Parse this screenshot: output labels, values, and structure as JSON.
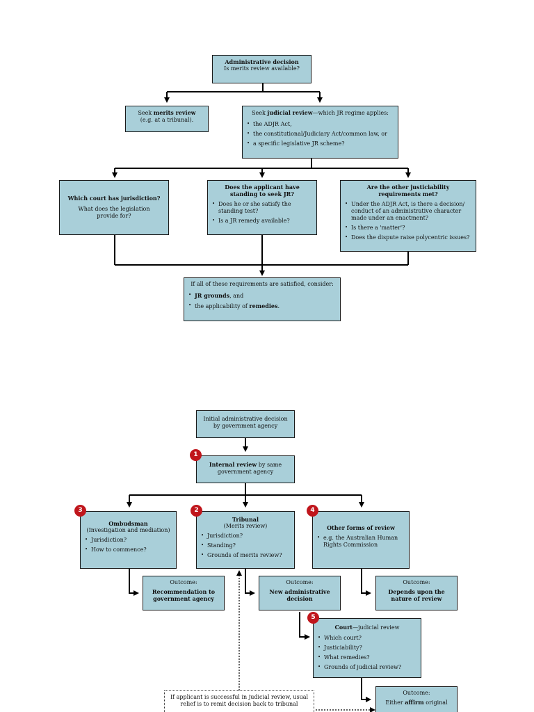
{
  "diagram1": {
    "top": {
      "title": "Administrative decision",
      "sub": "Is merits review available?"
    },
    "merits": {
      "prefix": "Seek ",
      "bold": "merits review",
      "sub": "(e.g. at a tribunal)."
    },
    "judicial": {
      "prefix": "Seek ",
      "bold": "judicial review",
      "suffix": "—which JR regime applies:",
      "items": [
        "the ADJR Act,",
        "the constitutional/Judiciary Act/common law, or",
        "a specific legislative JR scheme?"
      ]
    },
    "court": {
      "title": "Which court has jurisdiction?",
      "sub": "What does the legislation provide for?"
    },
    "standing": {
      "title": "Does the applicant have standing to seek JR?",
      "items": [
        "Does he or she satisfy the standing test?",
        "Is a JR remedy available?"
      ]
    },
    "justiciability": {
      "title": "Are the other justiciability requirements met?",
      "items": [
        "Under the ADJR Act, is there a decision/ conduct of an administrative character made under an enactment?",
        "Is there a 'matter'?",
        "Does the dispute raise polycentric issues?"
      ]
    },
    "bottom": {
      "intro": "If all of these requirements are satisfied, consider:",
      "item1_bold": "JR grounds",
      "item1_rest": ", and",
      "item2_prefix": "the applicability of ",
      "item2_bold": "remedies",
      "item2_suffix": "."
    }
  },
  "diagram2": {
    "initial": {
      "text": "Initial administrative decision by government agency"
    },
    "internal": {
      "bold": "Internal review",
      "rest": " by same government agency",
      "badge": "1"
    },
    "ombudsman": {
      "title": "Ombudsman",
      "sub": "(Investigation and mediation)",
      "badge": "3",
      "items": [
        "Jurisdiction?",
        "How to commence?"
      ]
    },
    "tribunal": {
      "title": "Tribunal",
      "sub": "(Merits review)",
      "badge": "2",
      "items": [
        "Jurisdiction?",
        "Standing?",
        "Grounds of merits review?"
      ]
    },
    "other": {
      "title": "Other forms of review",
      "badge": "4",
      "items": [
        "e.g. the Australian Human Rights Commission"
      ]
    },
    "outcome_omb": {
      "label": "Outcome:",
      "bold": "Recommendation to government agency"
    },
    "outcome_trib": {
      "label": "Outcome:",
      "bold": "New administrative decision"
    },
    "outcome_other": {
      "label": "Outcome:",
      "bold": "Depends upon the nature of review"
    },
    "court": {
      "bold": "Court",
      "rest": "—judicial review",
      "badge": "5",
      "items": [
        "Which court?",
        "Justiciability?",
        "What remedies?",
        "Grounds of judicial review?"
      ]
    },
    "outcome_court": {
      "label": "Outcome:",
      "prefix": "Either ",
      "bold": "affirm",
      "rest": " original"
    },
    "note": {
      "text": "If applicant is successful in judicial review, usual relief is to remit decision back to tribunal"
    }
  }
}
